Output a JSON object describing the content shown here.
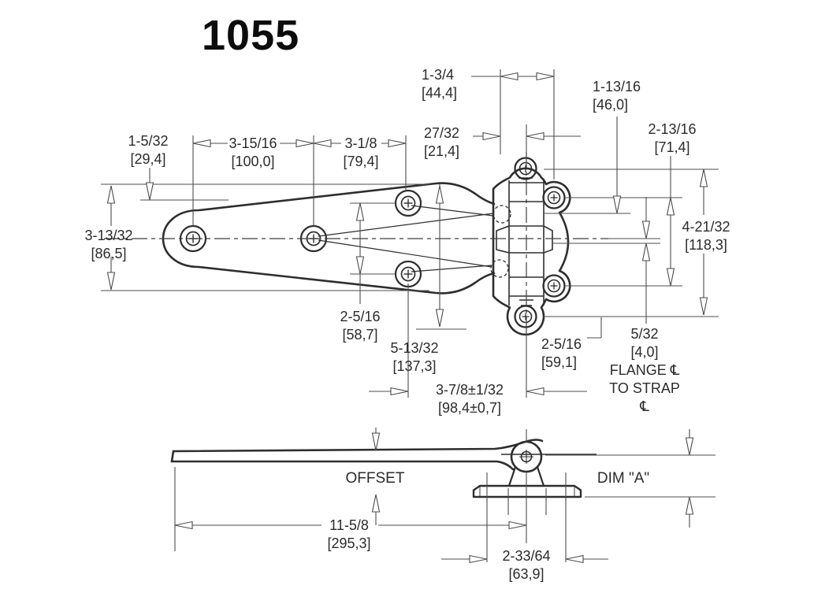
{
  "title": "1055",
  "dimensions": {
    "d_1_3_4": {
      "inch": "1-3/4",
      "mm": "[44,4]"
    },
    "d_27_32": {
      "inch": "27/32",
      "mm": "[21,4]"
    },
    "d_1_13_16": {
      "inch": "1-13/16",
      "mm": "[46,0]"
    },
    "d_2_13_16": {
      "inch": "2-13/16",
      "mm": "[71,4]"
    },
    "d_1_5_32": {
      "inch": "1-5/32",
      "mm": "[29,4]"
    },
    "d_3_15_16": {
      "inch": "3-15/16",
      "mm": "[100,0]"
    },
    "d_3_1_8": {
      "inch": "3-1/8",
      "mm": "[79,4]"
    },
    "d_3_13_32": {
      "inch": "3-13/32",
      "mm": "[86,5]"
    },
    "d_4_21_32": {
      "inch": "4-21/32",
      "mm": "[118,3]"
    },
    "d_2_5_16_strap": {
      "inch": "2-5/16",
      "mm": "[58,7]"
    },
    "d_5_13_32": {
      "inch": "5-13/32",
      "mm": "[137,3]"
    },
    "d_2_5_16_flange": {
      "inch": "2-5/16",
      "mm": "[59,1]"
    },
    "d_3_7_8": {
      "inch": "3-7/8±1/32",
      "mm": "[98,4±0,7]"
    },
    "d_11_5_8": {
      "inch": "11-5/8",
      "mm": "[295,3]"
    },
    "d_2_33_64": {
      "inch": "2-33/64",
      "mm": "[63,9]"
    }
  },
  "flange_note": {
    "line1": "5/32",
    "line2": "[4,0]",
    "line3": "FLANGE ℄",
    "line4": "TO STRAP",
    "line5": "℄"
  },
  "labels": {
    "offset": "OFFSET",
    "dim_a": "DIM \"A\""
  },
  "colors": {
    "part_line": "#2e2e2e",
    "dimension_line": "#4d4d4d",
    "text": "#2b2b2b",
    "background": "#ffffff"
  }
}
